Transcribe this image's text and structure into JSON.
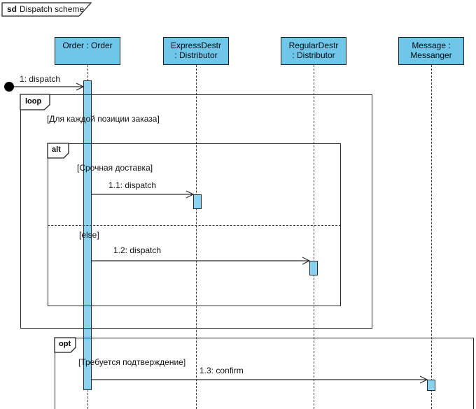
{
  "diagram": {
    "title_keyword": "sd",
    "title_rest": "Dispatch scheme"
  },
  "lifelines": [
    {
      "line1": "Order : Order",
      "line2": ""
    },
    {
      "line1": "ExpressDestr",
      "line2": ": Distributor"
    },
    {
      "line1": "RegularDestr",
      "line2": ": Distributor"
    },
    {
      "line1": "Message :",
      "line2": "Messanger"
    }
  ],
  "messages": {
    "m1": "1: dispatch",
    "m11": "1.1: dispatch",
    "m12": "1.2: dispatch",
    "m13": "1.3: confirm"
  },
  "fragments": {
    "loop": {
      "operator": "loop",
      "guard": "[Для каждой позиции заказа]"
    },
    "alt": {
      "operator": "alt",
      "guard_urgent": "[Срочная доставка]",
      "guard_else": "[else]"
    },
    "opt": {
      "operator": "opt",
      "guard": "[Требуется подтверждение]"
    }
  },
  "colors": {
    "lifeline_header_fill": "#6EC6E9",
    "activation_fill": "#8BD2F0",
    "line_color": "#2B2B2B",
    "background": "#FFFFFF"
  }
}
